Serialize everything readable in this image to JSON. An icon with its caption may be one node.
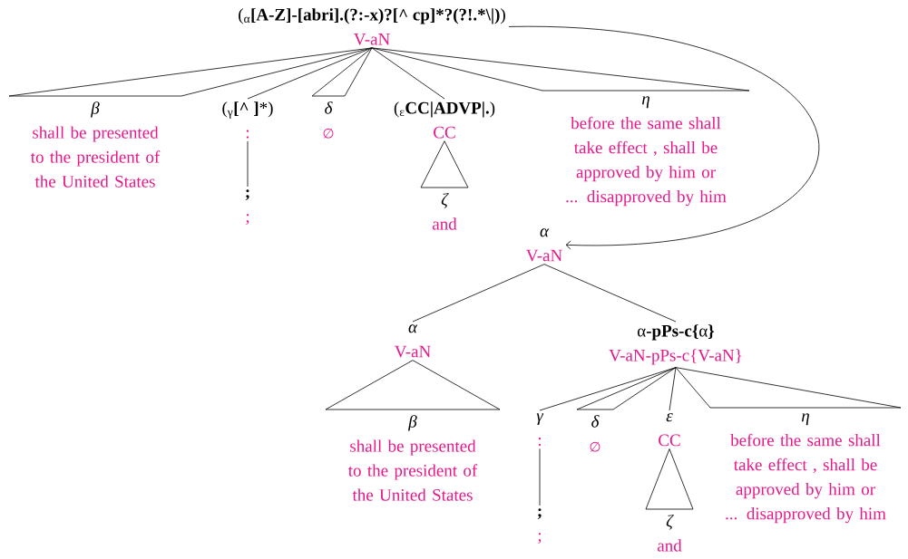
{
  "diagram": {
    "nodes": [
      {
        "text": [
          "($_{α}$**[A-Z]-[abri].(?:-x)?[^ cp]*?**",
          "**(?!.*\\|)**)",
          "V-aN"
        ]
      },
      {
        "text": [
          "β",
          "shall be presented to the president of the United States"
        ]
      },
      {
        "text": [
          "($_{γ}$**[^ ]***)",
          ":"
        ]
      },
      {
        "text": [
          "**;**",
          ";"
        ]
      },
      {
        "text": [
          "δ",
          "∅"
        ]
      },
      {
        "text": [
          "($_{ε}$**CC|ADVP|.**)",
          "CC"
        ]
      },
      {
        "text": [
          "ζ",
          "and"
        ]
      },
      {
        "text": [
          "η",
          "before the same shall take effect , shall be approved by him or ... disapproved by him"
        ]
      },
      {
        "text": [
          "α",
          "V-aN"
        ]
      },
      {
        "text": [
          "α",
          "V-aN"
        ]
      },
      {
        "text": [
          "β",
          "shall be presented to the president of the United States"
        ]
      },
      {
        "text": [
          "α**-pPs-c{**α**}**",
          "V-aN-pPs-c{V-aN}"
        ]
      },
      {
        "text": [
          "γ",
          ":"
        ]
      },
      {
        "text": [
          "**;**",
          ";"
        ]
      },
      {
        "text": [
          "δ",
          "∅"
        ]
      },
      {
        "text": [
          "ε",
          "CC"
        ]
      },
      {
        "text": [
          "ζ",
          "and"
        ]
      },
      {
        "text": [
          "η",
          "before the same shall take effect , shall be approved by him or ... disapproved by him"
        ]
      }
    ],
    "edges": [
      {
        "from": 0,
        "to": 1,
        "arrow": "none"
      },
      {
        "from": 0,
        "to": 2,
        "arrow": "none"
      },
      {
        "from": 2,
        "to": 3,
        "arrow": "none"
      },
      {
        "from": 0,
        "to": 4,
        "arrow": "none"
      },
      {
        "from": 0,
        "to": 5,
        "arrow": "none"
      },
      {
        "from": 5,
        "to": 6,
        "arrow": "none"
      },
      {
        "from": 0,
        "to": 7,
        "arrow": "none"
      },
      {
        "from": 0,
        "to": 8,
        "arrow": "to"
      },
      {
        "from": 8,
        "to": 9,
        "arrow": "none"
      },
      {
        "from": 9,
        "to": 10,
        "arrow": "none"
      },
      {
        "from": 8,
        "to": 11,
        "arrow": "none"
      },
      {
        "from": 11,
        "to": 12,
        "arrow": "none"
      },
      {
        "from": 12,
        "to": 13,
        "arrow": "none"
      },
      {
        "from": 11,
        "to": 14,
        "arrow": "none"
      },
      {
        "from": 11,
        "to": 15,
        "arrow": "none"
      },
      {
        "from": 15,
        "to": 16,
        "arrow": "none"
      },
      {
        "from": 11,
        "to": 17,
        "arrow": "none"
      }
    ]
  }
}
